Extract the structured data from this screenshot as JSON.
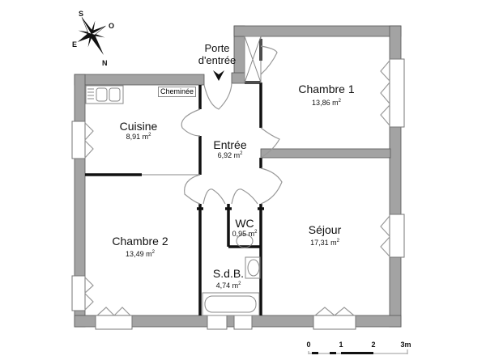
{
  "plan": {
    "entrance_label_line1": "Porte",
    "entrance_label_line2": "d'entrée",
    "fireplace_label": "Cheminée",
    "rooms": [
      {
        "name": "Cuisine",
        "area": "8,91 m",
        "unit_sup": "2"
      },
      {
        "name": "Entrée",
        "area": "6,92 m",
        "unit_sup": "2"
      },
      {
        "name": "Chambre 1",
        "area": "13,86 m",
        "unit_sup": "2"
      },
      {
        "name": "Chambre 2",
        "area": "13,49 m",
        "unit_sup": "2"
      },
      {
        "name": "WC",
        "area": "0,95 m",
        "unit_sup": "2"
      },
      {
        "name": "S.d.B.",
        "area": "4,74 m",
        "unit_sup": "2"
      },
      {
        "name": "Séjour",
        "area": "17,31 m",
        "unit_sup": "2"
      }
    ]
  },
  "compass": {
    "labels": {
      "top": "S",
      "right": "O",
      "left": "E",
      "bottom": "N"
    },
    "icon": "compass-rose-icon"
  },
  "scale_bar": {
    "ticks": [
      "0",
      "1",
      "2",
      "3m"
    ]
  },
  "colors": {
    "wall_fill": "#a3a3a3",
    "partition": "#111111",
    "background": "#ffffff"
  }
}
